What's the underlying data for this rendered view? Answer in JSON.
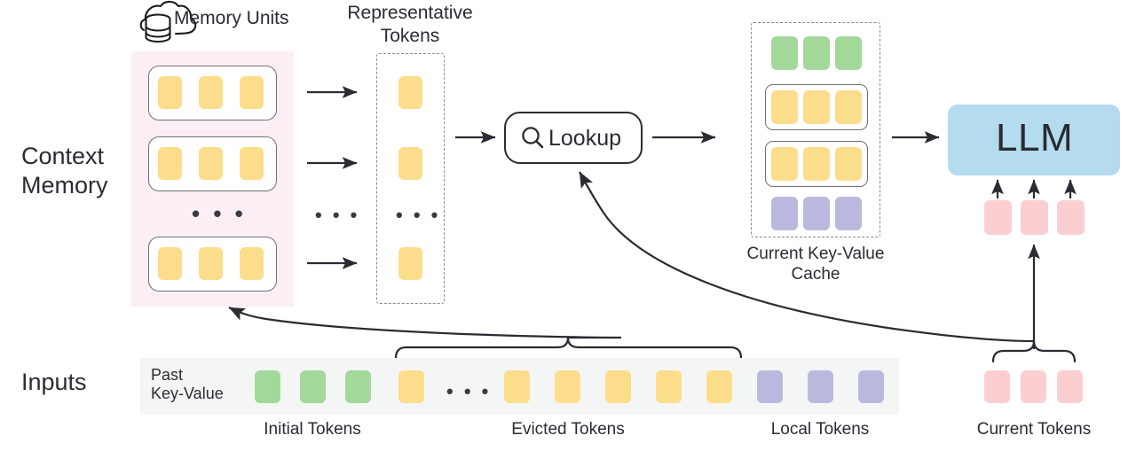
{
  "diagram": {
    "title": "Context Memory LLM Key-Value Cache Architecture",
    "colors": {
      "token_yellow": "#fcdd8b",
      "token_green": "#a3d89b",
      "token_purple": "#b9b9e0",
      "token_pink": "#fbcfd2",
      "llm_box": "#b4dbee",
      "context_panel": "#fbeef5",
      "inputs_bar": "#f4f6f5",
      "stroke": "#2b2b33"
    },
    "row_labels": {
      "context_memory": "Context\nMemory",
      "inputs": "Inputs"
    },
    "headings": {
      "memory_units": "Memory Units",
      "representative_tokens": "Representative\nTokens"
    },
    "captions": {
      "current_kv_cache": "Current Key-Value\nCache",
      "initial_tokens": "Initial Tokens",
      "evicted_tokens": "Evicted Tokens",
      "local_tokens": "Local Tokens",
      "current_tokens": "Current Tokens"
    },
    "lookup": {
      "label": "Lookup",
      "icon": "search-icon"
    },
    "llm": {
      "label": "LLM"
    },
    "past_kv_label": "Past\nKey-Value",
    "ellipsis": "• • •",
    "memory_units": {
      "unit_count_shown": 3,
      "tokens_per_unit": 3,
      "token_color": "token_yellow",
      "has_ellipsis": true
    },
    "representative_tokens": {
      "token_count_shown": 3,
      "token_color": "token_yellow",
      "has_ellipsis": true
    },
    "current_kv_cache": {
      "rows": [
        {
          "name": "initial",
          "color": "token_green",
          "count": 3,
          "grouped": false
        },
        {
          "name": "retrieved-1",
          "color": "token_yellow",
          "count": 3,
          "grouped": true
        },
        {
          "name": "retrieved-2",
          "color": "token_yellow",
          "count": 3,
          "grouped": true
        },
        {
          "name": "local",
          "color": "token_purple",
          "count": 3,
          "grouped": false
        }
      ]
    },
    "current_tokens_group": {
      "color": "token_pink",
      "count": 3
    },
    "inputs_sequence": [
      {
        "segment": "initial",
        "color": "token_green",
        "count": 3
      },
      {
        "segment": "evicted-head",
        "color": "token_yellow",
        "count": 1
      },
      {
        "segment": "ellipsis",
        "color": null,
        "count": 0
      },
      {
        "segment": "evicted-tail",
        "color": "token_yellow",
        "count": 5
      },
      {
        "segment": "local",
        "color": "token_purple",
        "count": 3
      }
    ]
  }
}
